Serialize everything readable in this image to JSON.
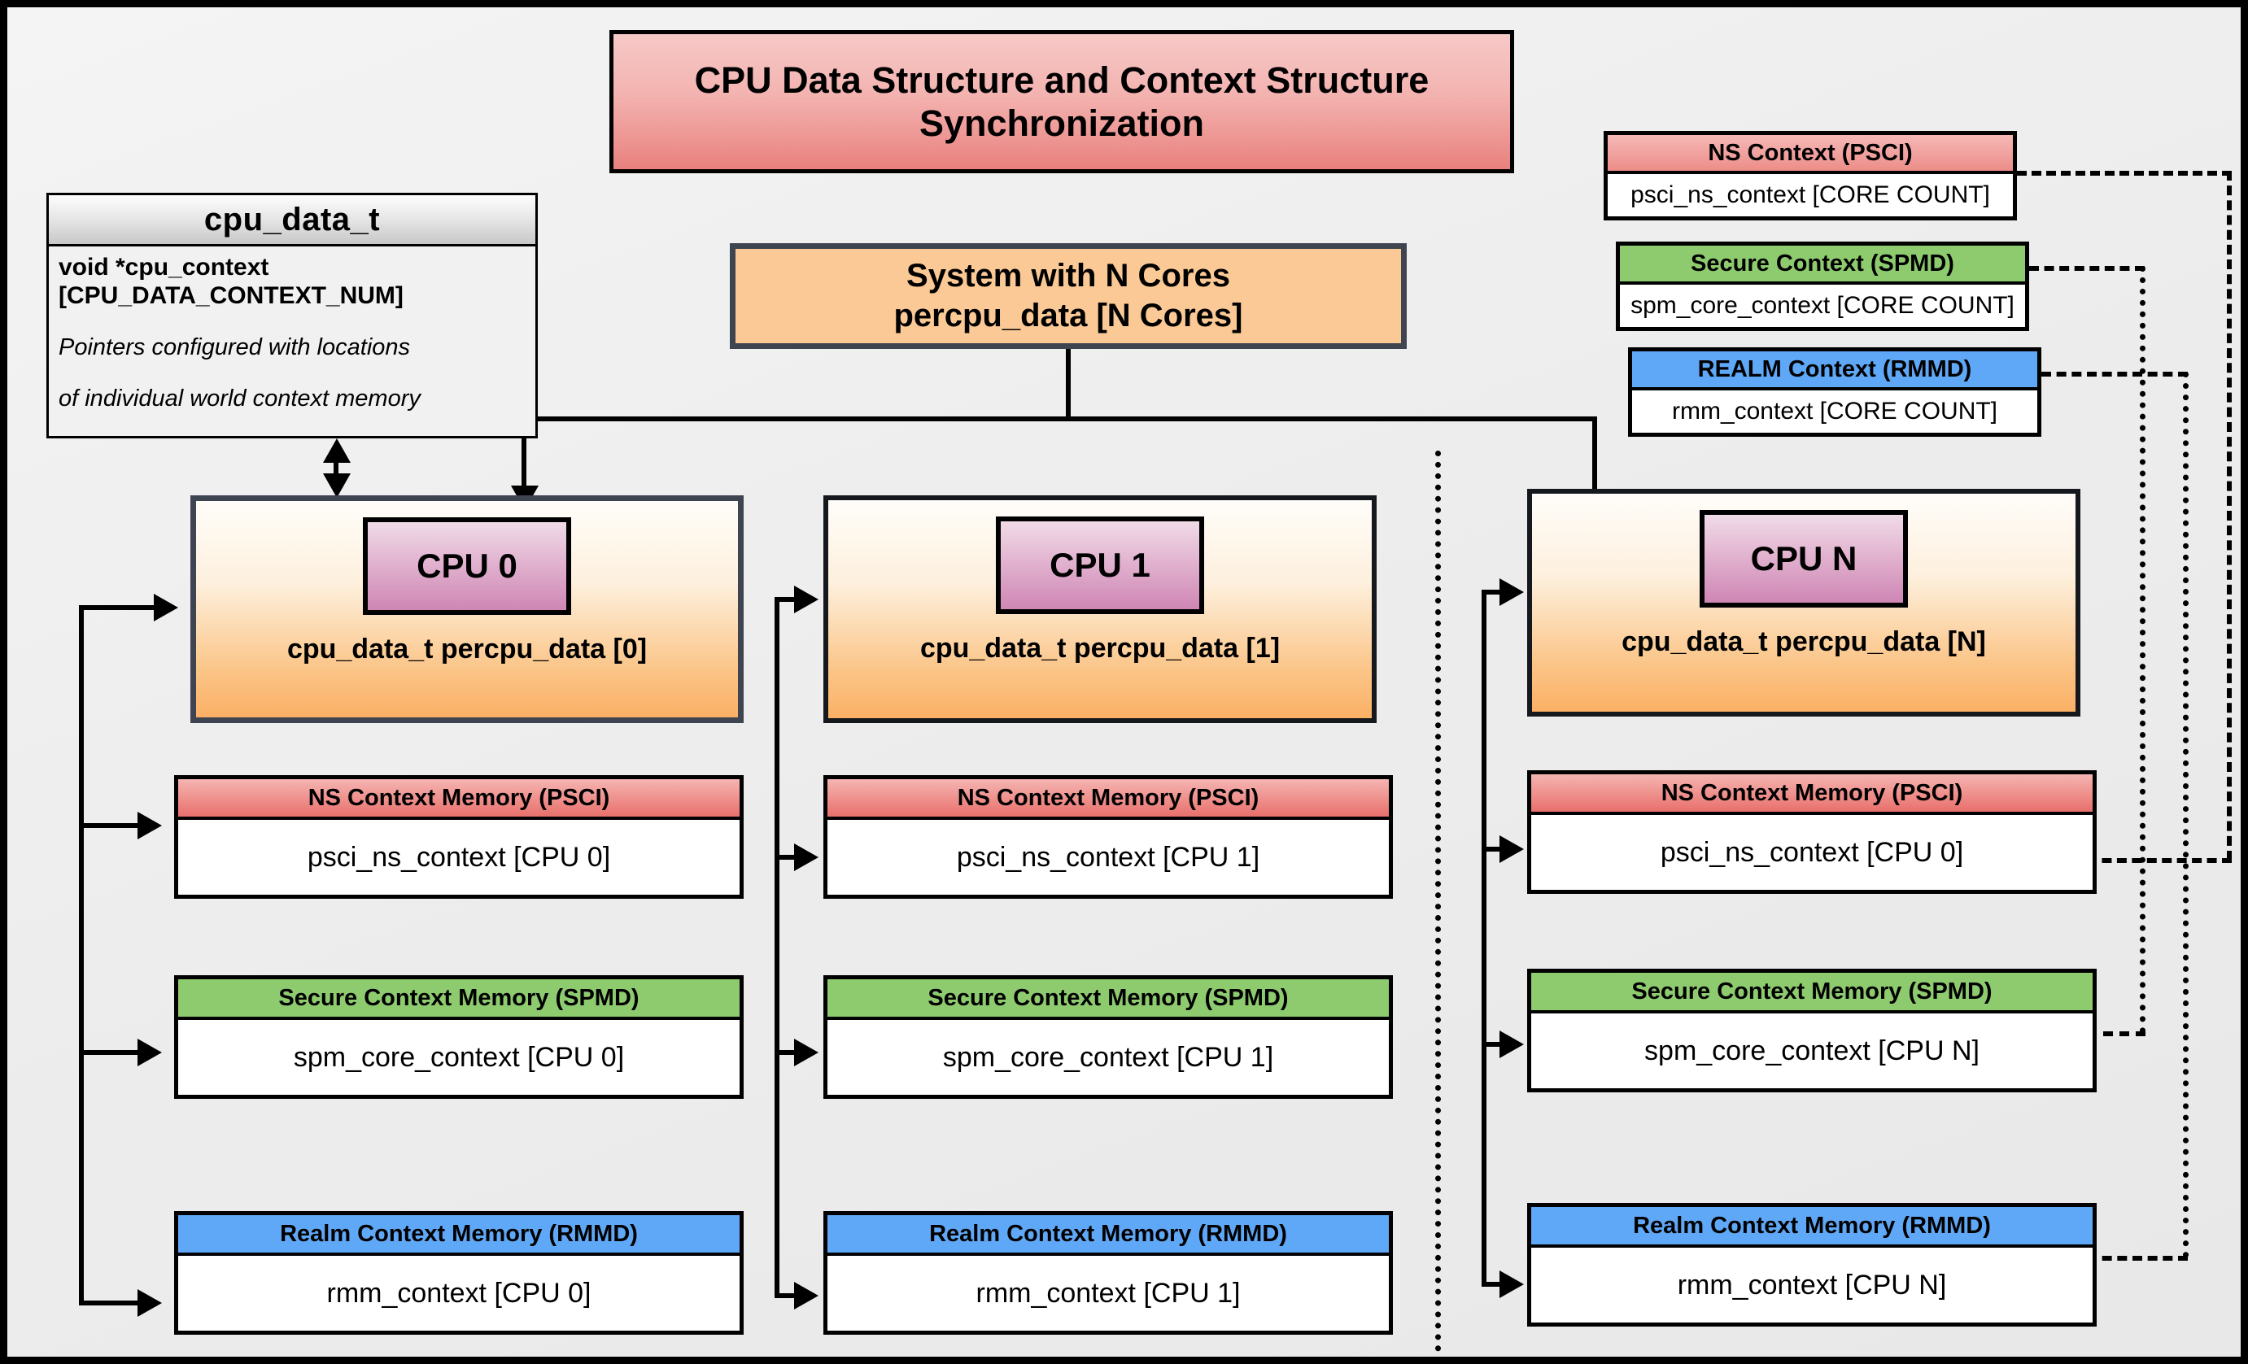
{
  "title": {
    "line1": "CPU Data Structure and Context Structure",
    "line2": "Synchronization"
  },
  "struct_box": {
    "header": "cpu_data_t",
    "field_line1": "void  *cpu_context",
    "field_line2": "[CPU_DATA_CONTEXT_NUM]",
    "note_line1": "Pointers configured with locations",
    "note_line2": "of individual world context memory"
  },
  "system_box": {
    "line1": "System with N Cores",
    "line2": "percpu_data [N Cores]"
  },
  "global_contexts": [
    {
      "header": "NS Context  (PSCI)",
      "body": "psci_ns_context [CORE COUNT]",
      "kind": "ns"
    },
    {
      "header": "Secure Context (SPMD)",
      "body": "spm_core_context [CORE COUNT]",
      "kind": "sec"
    },
    {
      "header": "REALM Context (RMMD)",
      "body": "rmm_context [CORE COUNT]",
      "kind": "rlm"
    }
  ],
  "cpus": [
    {
      "chip": "CPU 0",
      "struct_label": "cpu_data_t percpu_data [0]",
      "memories": [
        {
          "header": "NS Context Memory (PSCI)",
          "body": "psci_ns_context [CPU 0]",
          "kind": "ns"
        },
        {
          "header": "Secure Context Memory (SPMD)",
          "body": "spm_core_context [CPU 0]",
          "kind": "sec"
        },
        {
          "header": "Realm Context Memory (RMMD)",
          "body": "rmm_context [CPU 0]",
          "kind": "rlm"
        }
      ]
    },
    {
      "chip": "CPU 1",
      "struct_label": "cpu_data_t percpu_data [1]",
      "memories": [
        {
          "header": "NS Context Memory (PSCI)",
          "body": "psci_ns_context [CPU 1]",
          "kind": "ns"
        },
        {
          "header": "Secure Context Memory (SPMD)",
          "body": "spm_core_context [CPU 1]",
          "kind": "sec"
        },
        {
          "header": "Realm Context Memory (RMMD)",
          "body": "rmm_context [CPU 1]",
          "kind": "rlm"
        }
      ]
    },
    {
      "chip": "CPU N",
      "struct_label": "cpu_data_t percpu_data [N]",
      "memories": [
        {
          "header": "NS Context Memory (PSCI)",
          "body": "psci_ns_context [CPU 0]",
          "kind": "ns"
        },
        {
          "header": "Secure Context Memory (SPMD)",
          "body": "spm_core_context [CPU N]",
          "kind": "sec"
        },
        {
          "header": "Realm Context Memory (RMMD)",
          "body": "rmm_context [CPU N]",
          "kind": "rlm"
        }
      ]
    }
  ],
  "colors": {
    "ns_header": "#ee8b87",
    "secure_header": "#8ecb6f",
    "realm_header": "#5fa8f7",
    "cpu_chip": "#cf86b4",
    "cpu_block": "#fbb065",
    "system_block": "#fac995",
    "title_block": "#e9817e",
    "canvas": "#ececec"
  }
}
